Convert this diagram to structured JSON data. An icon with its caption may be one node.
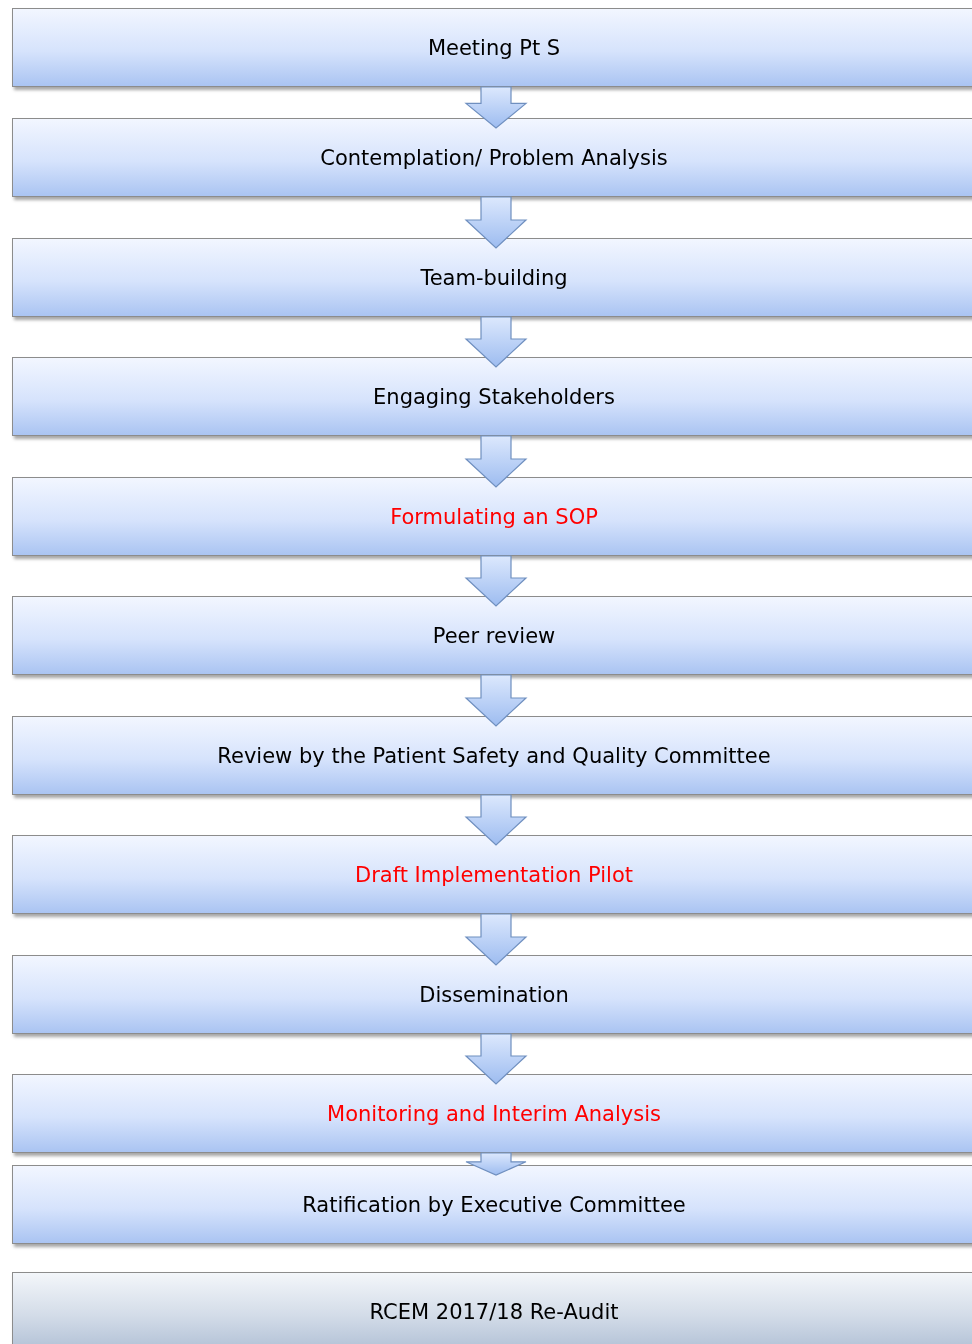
{
  "diagram": {
    "nodes": [
      {
        "text": [
          "Meeting Pt S"
        ]
      },
      {
        "text": [
          "Contemplation/ Problem Analysis"
        ]
      },
      {
        "text": [
          "Team-building"
        ]
      },
      {
        "text": [
          "Engaging Stakeholders"
        ]
      },
      {
        "text": [
          "Formulating an SOP"
        ]
      },
      {
        "text": [
          "Peer review"
        ]
      },
      {
        "text": [
          "Review by the Patient Safety and Quality Committee"
        ]
      },
      {
        "text": [
          "Draft Implementation Pilot"
        ]
      },
      {
        "text": [
          "Dissemination"
        ]
      },
      {
        "text": [
          "Monitoring and Interim Analysis"
        ]
      },
      {
        "text": [
          "Ratification by Executive Committee"
        ]
      },
      {
        "text": [
          "RCEM 2017/18 Re-Audit"
        ]
      }
    ],
    "edges": [
      {
        "from": 0,
        "to": 1,
        "arrow": "to"
      },
      {
        "from": 1,
        "to": 2,
        "arrow": "to"
      },
      {
        "from": 2,
        "to": 3,
        "arrow": "to"
      },
      {
        "from": 3,
        "to": 4,
        "arrow": "to"
      },
      {
        "from": 4,
        "to": 5,
        "arrow": "to"
      },
      {
        "from": 5,
        "to": 6,
        "arrow": "to"
      },
      {
        "from": 6,
        "to": 7,
        "arrow": "to"
      },
      {
        "from": 7,
        "to": 8,
        "arrow": "to"
      },
      {
        "from": 8,
        "to": 9,
        "arrow": "to"
      },
      {
        "from": 9,
        "to": 10,
        "arrow": "to"
      }
    ]
  }
}
